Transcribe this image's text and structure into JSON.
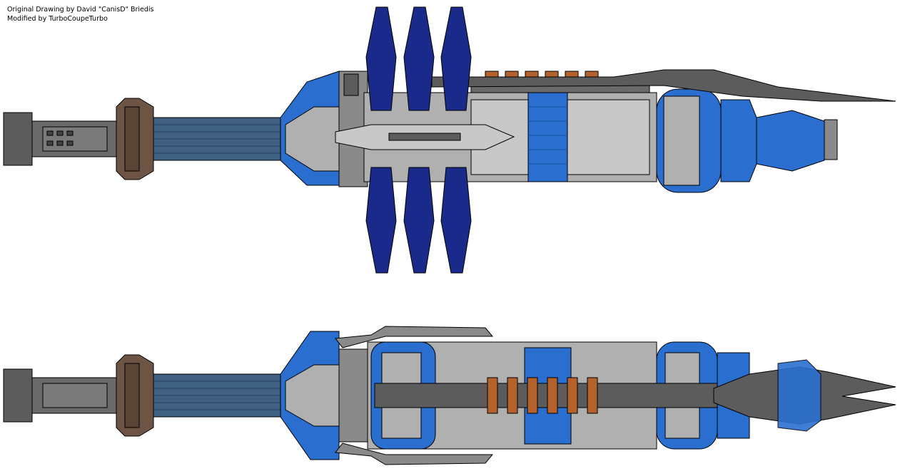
{
  "credits": {
    "line1": "Original Drawing by David \"CanisD\" Briedis",
    "line2": "Modified by TurboCoupeTurbo"
  },
  "views": [
    {
      "id": "top-view"
    },
    {
      "id": "side-view"
    }
  ],
  "colors": {
    "hull_grey": "#a6a6a6",
    "hull_light": "#c6c6c6",
    "hull_dark": "#5c5c5c",
    "accent_blue": "#2a6fd0",
    "deep_blue": "#1a2a8a",
    "panel_blue": "#3f6080",
    "bronze": "#6e5444",
    "orange": "#b4612c",
    "outline": "#000000"
  }
}
